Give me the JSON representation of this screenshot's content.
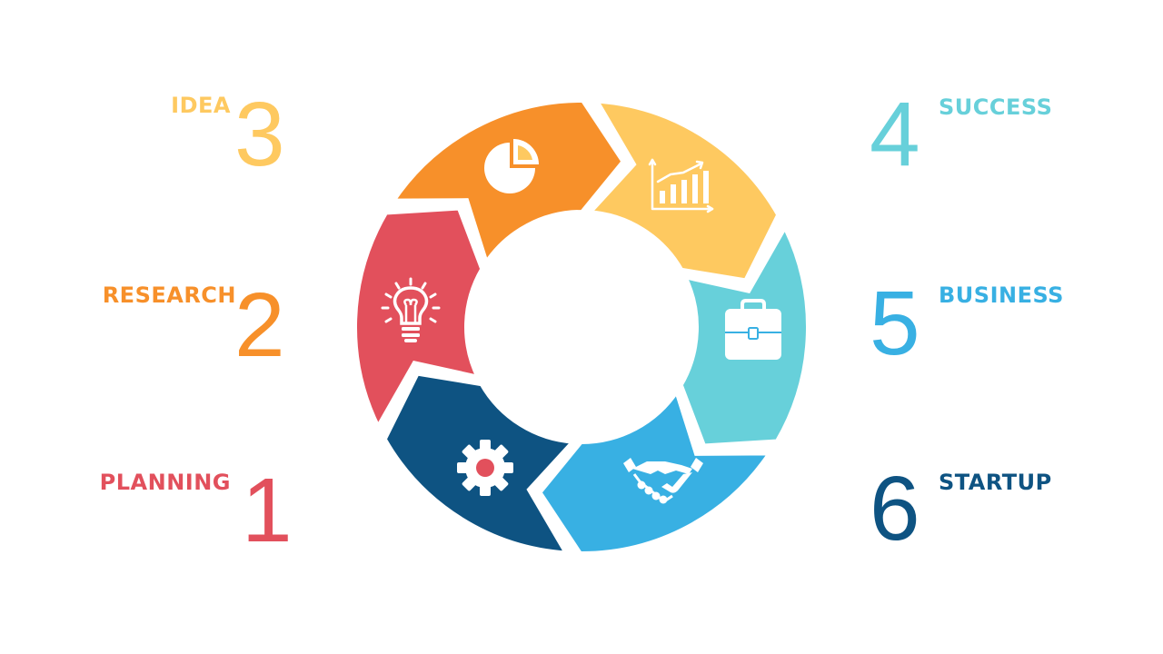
{
  "steps": [
    {
      "number": "1",
      "label": "PLANNING",
      "color": "#e2505c",
      "icon": "gear-icon"
    },
    {
      "number": "2",
      "label": "RESEARCH",
      "color": "#f7902a",
      "icon": "lightbulb-icon"
    },
    {
      "number": "3",
      "label": "IDEA",
      "color": "#fec960",
      "icon": "pie-chart-icon"
    },
    {
      "number": "4",
      "label": "SUCCESS",
      "color": "#67d0da",
      "icon": "bar-chart-icon"
    },
    {
      "number": "5",
      "label": "BUSINESS",
      "color": "#38b0e3",
      "icon": "briefcase-icon"
    },
    {
      "number": "6",
      "label": "STARTUP",
      "color": "#0e5382",
      "icon": "handshake-icon"
    }
  ]
}
